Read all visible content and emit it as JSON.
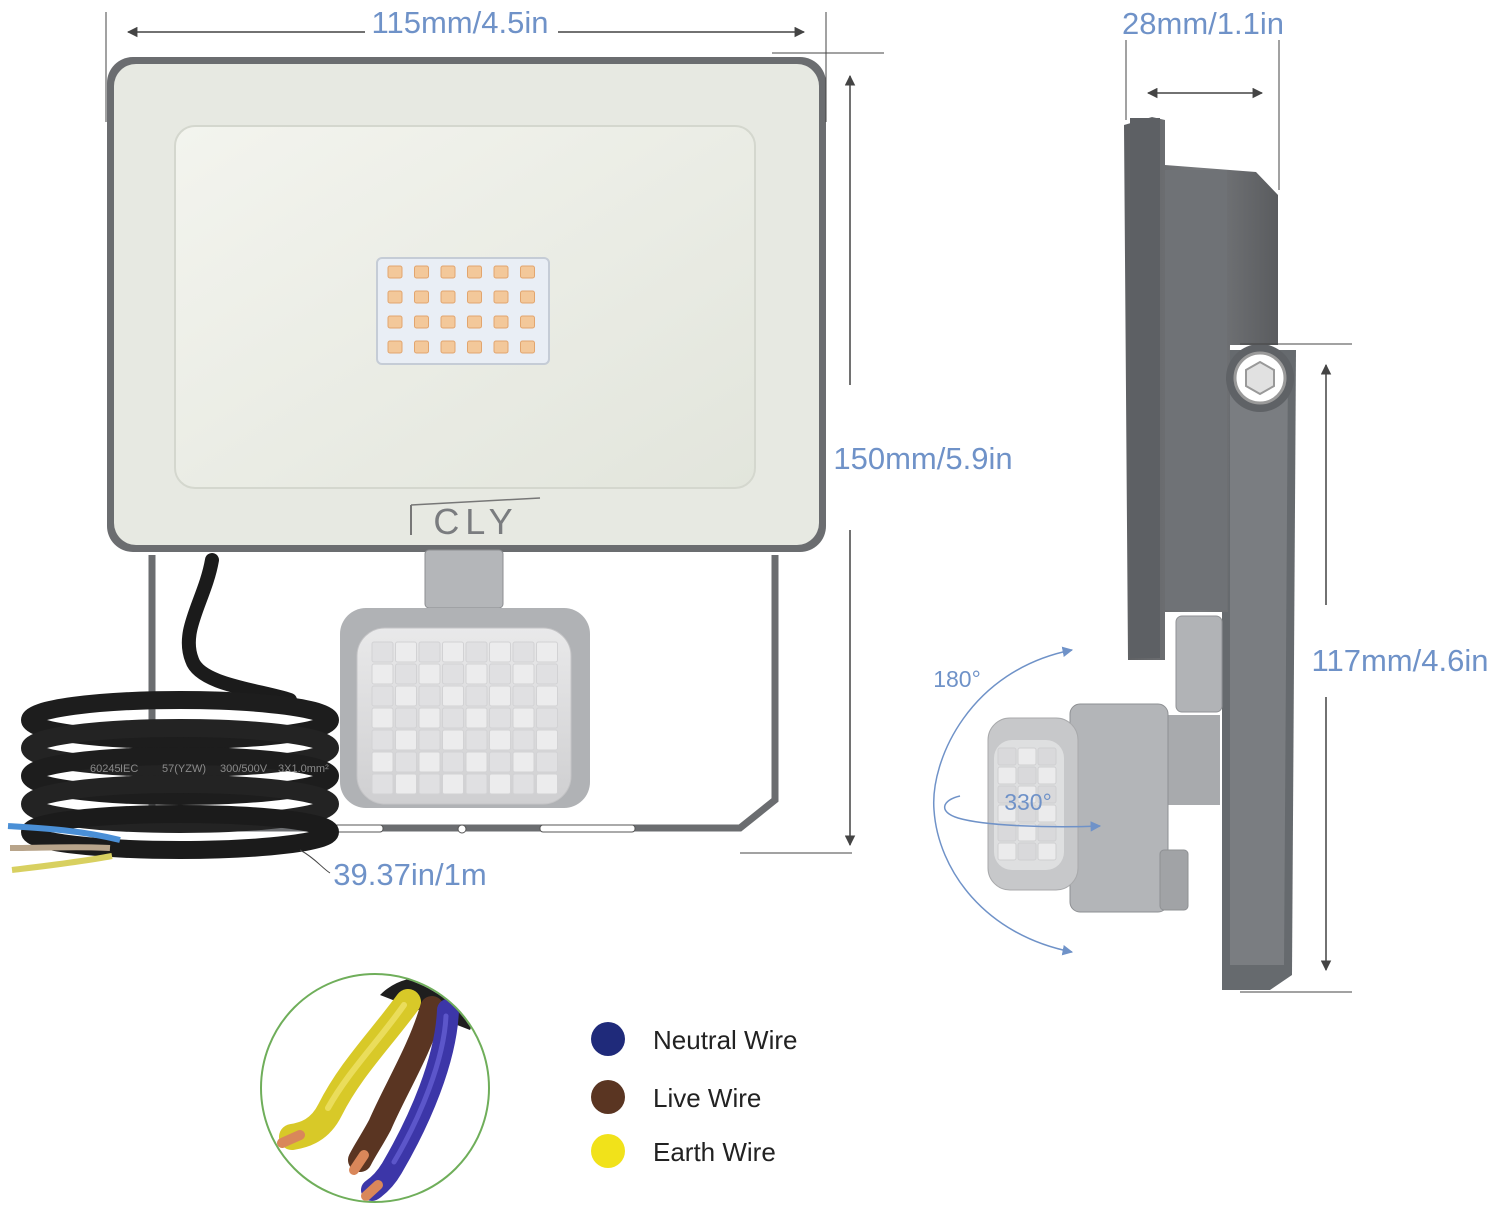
{
  "dimensions": {
    "width": "115mm/4.5in",
    "height": "150mm/5.9in",
    "depth": "28mm/1.1in",
    "bracket_height": "117mm/4.6in",
    "cable_length": "39.37in/1m"
  },
  "angles": {
    "vertical": "180°",
    "horizontal": "330°"
  },
  "brand": {
    "logo_text": "CLY"
  },
  "cable_print": [
    "60245",
    "IEC",
    "57(YZW)",
    "300/500V",
    "3X1.0mm²"
  ],
  "legend": [
    {
      "label": "Neutral Wire",
      "color": "#1f2a7a"
    },
    {
      "label": "Live Wire",
      "color": "#5a3522"
    },
    {
      "label": "Earth Wire",
      "color": "#f1e21a"
    }
  ],
  "colors": {
    "dimension": "#6f92c8",
    "housing": "#6b6d70",
    "housing_light": "#a7a9ac",
    "panel": "#eceee6"
  }
}
